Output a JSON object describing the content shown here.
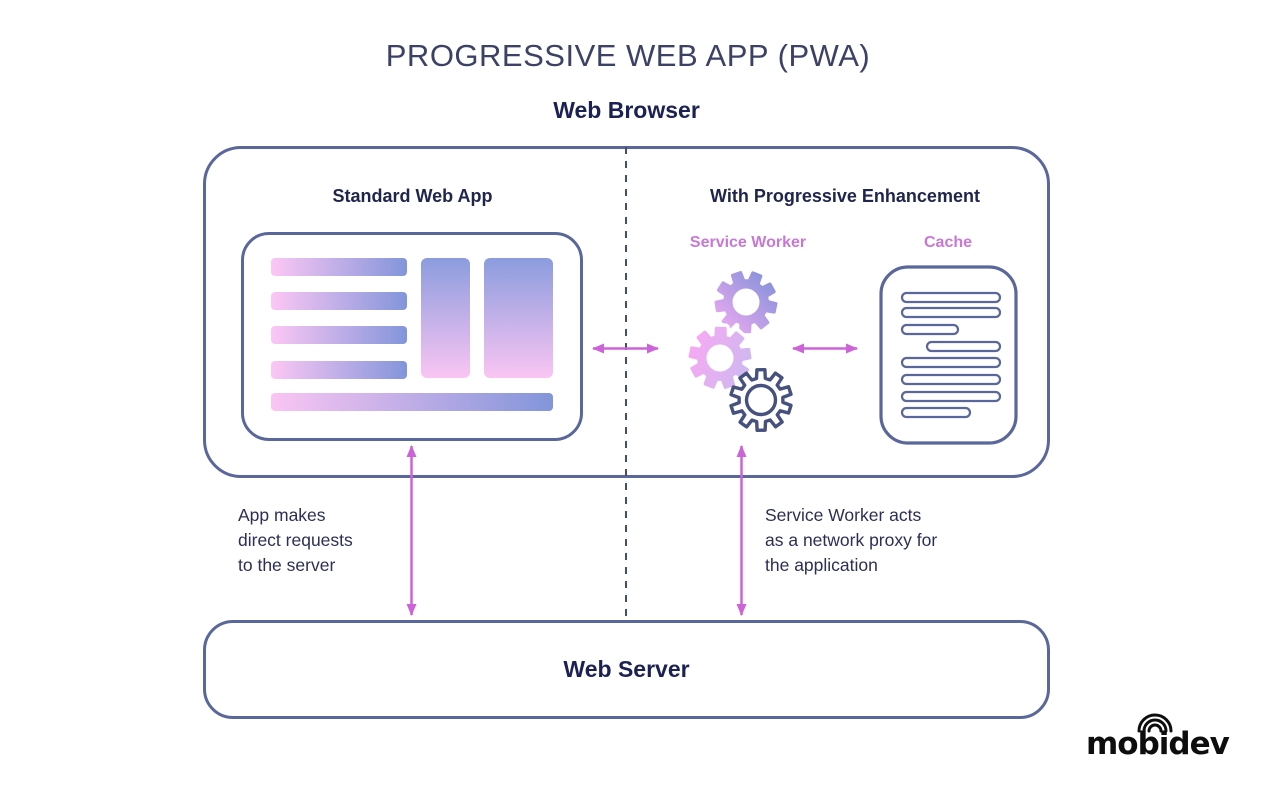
{
  "title": "PROGRESSIVE WEB APP (PWA)",
  "browser": {
    "label": "Web Browser",
    "standard": {
      "title": "Standard Web App"
    },
    "enhanced": {
      "title": "With Progressive Enhancement",
      "service_worker_label": "Service Worker",
      "cache_label": "Cache"
    }
  },
  "annotations": {
    "left": {
      "lines": [
        "App makes",
        "direct requests",
        "to the server"
      ]
    },
    "right": {
      "lines": [
        "Service Worker acts",
        "as a network proxy for",
        "the application"
      ]
    }
  },
  "server": {
    "label": "Web Server"
  },
  "logo": {
    "text": "mobidev"
  },
  "icons": {
    "service_worker": "gears-icon",
    "cache": "document-lines-icon",
    "logo_mark": "wifi-arcs-icon"
  },
  "colors": {
    "outline": "#5a679a",
    "dark_text": "#1c2153",
    "title_text": "#3c4166",
    "accent_pink": "#c878d4",
    "arrow": "#cd63d8",
    "dashed_divider": "#434d72",
    "gradient_pink": "#fac5f3",
    "gradient_blue": "#8295da",
    "logo_black": "#0e0e0e"
  }
}
